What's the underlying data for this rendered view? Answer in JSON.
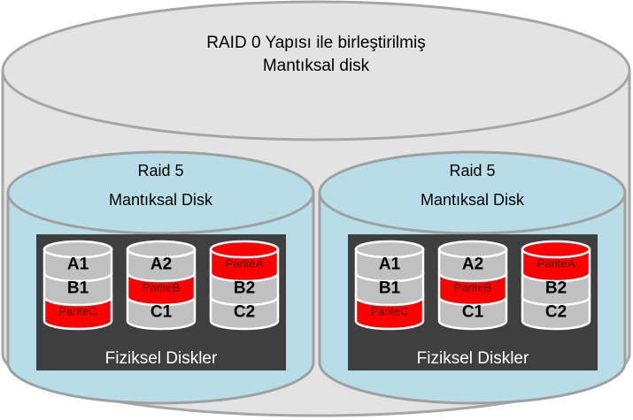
{
  "outer": {
    "title_line1": "RAID 0 Yapısı ile birleştirilmiş",
    "title_line2": "Mantıksal disk"
  },
  "colors": {
    "outer_fill": "#e3e3e3",
    "outer_stroke": "#a6a6a6",
    "group_fill": "#b7dde8",
    "group_stroke": "#a0a0a0",
    "panel_fill": "#3f3f3f",
    "disk_data": "#c0c0c0",
    "disk_parity": "#ff0000",
    "disk_line": "#ffffff",
    "text_dark": "#000000",
    "text_parity": "#5a0000",
    "panel_text": "#ffffff"
  },
  "groups": [
    {
      "title_line1": "Raid 5",
      "title_line2": "Mantıksal Disk",
      "panel_label": "Fiziksel Diskler",
      "disks": [
        {
          "segments": [
            {
              "label": "A1",
              "parity": false
            },
            {
              "label": "B1",
              "parity": false
            },
            {
              "label": "PariteC",
              "parity": true
            }
          ]
        },
        {
          "segments": [
            {
              "label": "A2",
              "parity": false
            },
            {
              "label": "PariteB",
              "parity": true
            },
            {
              "label": "C1",
              "parity": false
            }
          ]
        },
        {
          "segments": [
            {
              "label": "PariteA",
              "parity": true
            },
            {
              "label": "B2",
              "parity": false
            },
            {
              "label": "C2",
              "parity": false
            }
          ]
        }
      ]
    },
    {
      "title_line1": "Raid 5",
      "title_line2": "Mantıksal Disk",
      "panel_label": "Fiziksel Diskler",
      "disks": [
        {
          "segments": [
            {
              "label": "A1",
              "parity": false
            },
            {
              "label": "B1",
              "parity": false
            },
            {
              "label": "PariteC",
              "parity": true
            }
          ]
        },
        {
          "segments": [
            {
              "label": "A2",
              "parity": false
            },
            {
              "label": "PariteB",
              "parity": true
            },
            {
              "label": "C1",
              "parity": false
            }
          ]
        },
        {
          "segments": [
            {
              "label": "PariteA",
              "parity": true
            },
            {
              "label": "B2",
              "parity": false
            },
            {
              "label": "C2",
              "parity": false
            }
          ]
        }
      ]
    }
  ]
}
